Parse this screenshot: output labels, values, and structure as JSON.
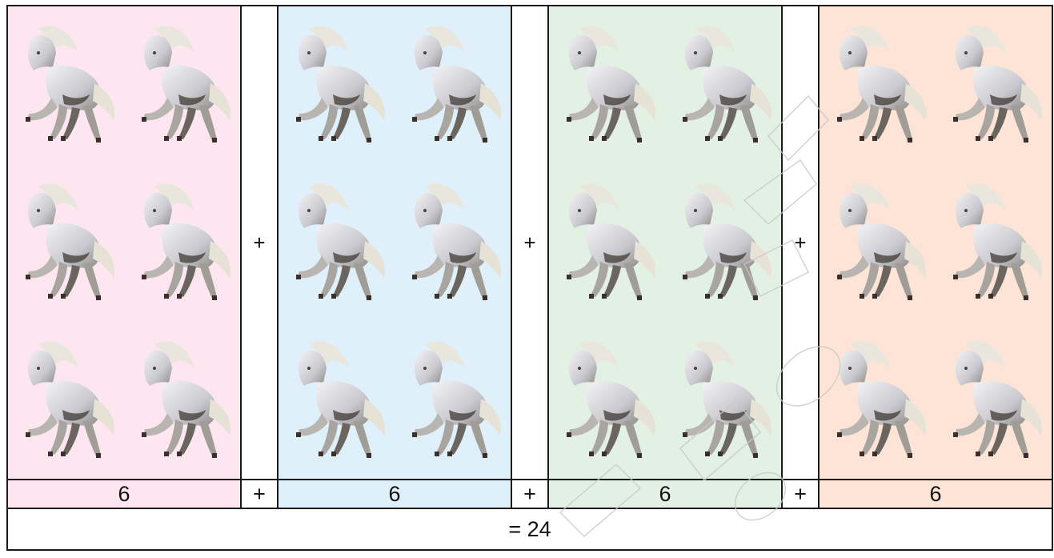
{
  "groups": [
    {
      "color": "#fde6ef",
      "count": 6,
      "label": "6"
    },
    {
      "color": "#dff0fb",
      "count": 6,
      "label": "6"
    },
    {
      "color": "#e3f1e5",
      "count": 6,
      "label": "6"
    },
    {
      "color": "#fde4d7",
      "count": 6,
      "label": "6"
    }
  ],
  "operator": "+",
  "total": "= 24",
  "item_icon": "white-horse-icon"
}
